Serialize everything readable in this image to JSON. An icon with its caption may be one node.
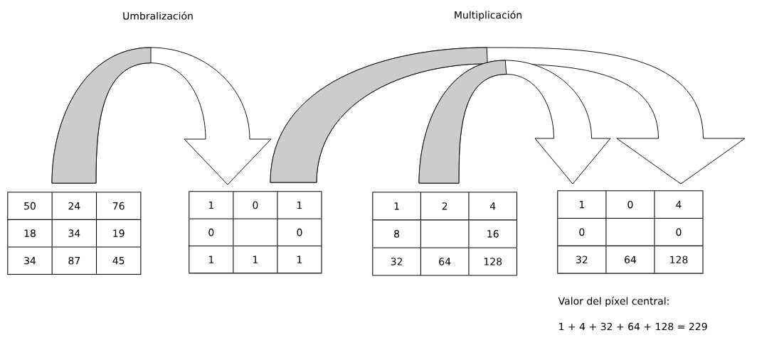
{
  "diagram": {
    "nodes": [
      {
        "text": [
          "50",
          "24",
          "76",
          "18",
          "34",
          "19",
          "34",
          "87",
          "45"
        ]
      },
      {
        "text": [
          "1",
          "0",
          "1",
          "0",
          "0",
          "1",
          "1",
          "1"
        ]
      },
      {
        "text": [
          "1",
          "2",
          "4",
          "8",
          "16",
          "32",
          "64",
          "128"
        ]
      },
      {
        "text": [
          "1",
          "0",
          "4",
          "0",
          "0",
          "32",
          "64",
          "128"
        ]
      }
    ],
    "edges": [
      {
        "from": 0,
        "to": 1,
        "arrow": "to"
      },
      {
        "from": 1,
        "to": 3,
        "arrow": "to"
      },
      {
        "from": 2,
        "to": 3,
        "arrow": "to"
      }
    ],
    "labels": [
      "Umbralización",
      "Multiplicación",
      "Valor del píxel central:",
      "1 + 4 + 32 + 64 + 128 = 229"
    ]
  }
}
